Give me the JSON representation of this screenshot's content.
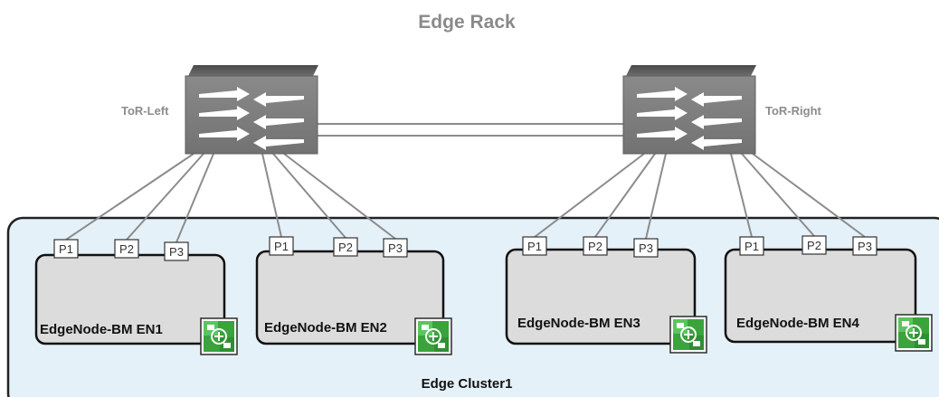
{
  "title": "Edge Rack",
  "switches": [
    {
      "id": "tor-left",
      "label": "ToR-Left"
    },
    {
      "id": "tor-right",
      "label": "ToR-Right"
    }
  ],
  "cluster": {
    "label": "Edge Cluster1"
  },
  "nodes": [
    {
      "label": "EdgeNode-BM EN1",
      "ports": [
        "P1",
        "P2",
        "P3"
      ]
    },
    {
      "label": "EdgeNode-BM EN2",
      "ports": [
        "P1",
        "P2",
        "P3"
      ]
    },
    {
      "label": "EdgeNode-BM EN3",
      "ports": [
        "P1",
        "P2",
        "P3"
      ]
    },
    {
      "label": "EdgeNode-BM EN4",
      "ports": [
        "P1",
        "P2",
        "P3"
      ]
    }
  ],
  "colors": {
    "cluster_fill": "#e5f1f8",
    "node_fill": "#dcdcdc",
    "switch_fill": "#7d7d7d",
    "icon_green": "#3aa33c",
    "link": "#8c8c8c"
  }
}
